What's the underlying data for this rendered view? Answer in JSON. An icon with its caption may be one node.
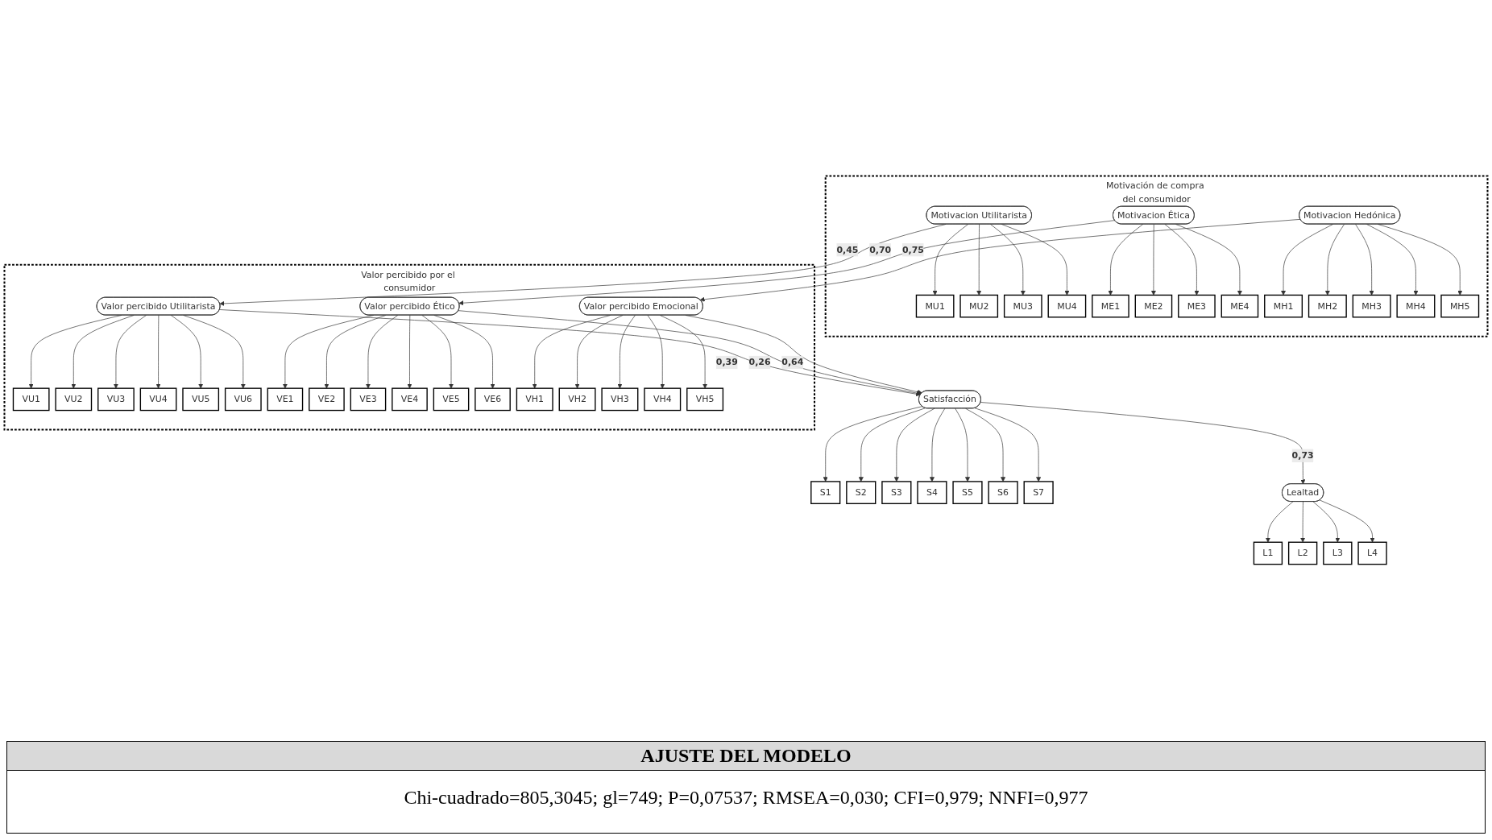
{
  "diagram": {
    "nodes": [
      {
        "text": [
          "Motivación de compra del consumidor"
        ]
      },
      {
        "text": [
          "Motivacion Utilitarista"
        ],
        "in": 0
      },
      {
        "text": [
          "MU1"
        ],
        "in": 0
      },
      {
        "text": [
          "MU2"
        ],
        "in": 0
      },
      {
        "text": [
          "MU3"
        ],
        "in": 0
      },
      {
        "text": [
          "MU4"
        ],
        "in": 0
      },
      {
        "text": [
          "Motivacion Ética"
        ],
        "in": 0
      },
      {
        "text": [
          "ME1"
        ],
        "in": 0
      },
      {
        "text": [
          "ME2"
        ],
        "in": 0
      },
      {
        "text": [
          "ME3"
        ],
        "in": 0
      },
      {
        "text": [
          "ME4"
        ],
        "in": 0
      },
      {
        "text": [
          "Motivacion Hedónica"
        ],
        "in": 0
      },
      {
        "text": [
          "MH1"
        ],
        "in": 0
      },
      {
        "text": [
          "MH2"
        ],
        "in": 0
      },
      {
        "text": [
          "MH3"
        ],
        "in": 0
      },
      {
        "text": [
          "MH4"
        ],
        "in": 0
      },
      {
        "text": [
          "MH5"
        ],
        "in": 0
      },
      {
        "text": [
          "Valor percibido por el consumidor"
        ]
      },
      {
        "text": [
          "Valor percibido Utilitarista"
        ],
        "in": 17
      },
      {
        "text": [
          "VU1"
        ],
        "in": 17
      },
      {
        "text": [
          "VU2"
        ],
        "in": 17
      },
      {
        "text": [
          "VU3"
        ],
        "in": 17
      },
      {
        "text": [
          "VU4"
        ],
        "in": 17
      },
      {
        "text": [
          "VU5"
        ],
        "in": 17
      },
      {
        "text": [
          "VU6"
        ],
        "in": 17
      },
      {
        "text": [
          "Valor percibido Ético"
        ],
        "in": 17
      },
      {
        "text": [
          "VE1"
        ],
        "in": 17
      },
      {
        "text": [
          "VE2"
        ],
        "in": 17
      },
      {
        "text": [
          "VE3"
        ],
        "in": 17
      },
      {
        "text": [
          "VE4"
        ],
        "in": 17
      },
      {
        "text": [
          "VE5"
        ],
        "in": 17
      },
      {
        "text": [
          "VE6"
        ],
        "in": 17
      },
      {
        "text": [
          "Valor percibido Emocional"
        ],
        "in": 17
      },
      {
        "text": [
          "VH1"
        ],
        "in": 17
      },
      {
        "text": [
          "VH2"
        ],
        "in": 17
      },
      {
        "text": [
          "VH3"
        ],
        "in": 17
      },
      {
        "text": [
          "VH4"
        ],
        "in": 17
      },
      {
        "text": [
          "VH5"
        ],
        "in": 17
      },
      {
        "text": [
          "Satisfacción"
        ]
      },
      {
        "text": [
          "S1"
        ]
      },
      {
        "text": [
          "S2"
        ]
      },
      {
        "text": [
          "S3"
        ]
      },
      {
        "text": [
          "S4"
        ]
      },
      {
        "text": [
          "S5"
        ]
      },
      {
        "text": [
          "S6"
        ]
      },
      {
        "text": [
          "S7"
        ]
      },
      {
        "text": [
          "Lealtad"
        ]
      },
      {
        "text": [
          "L1"
        ]
      },
      {
        "text": [
          "L2"
        ]
      },
      {
        "text": [
          "L3"
        ]
      },
      {
        "text": [
          "L4"
        ]
      }
    ],
    "edges": [
      {
        "from": 1,
        "to": 2,
        "arrow": "to"
      },
      {
        "from": 1,
        "to": 3,
        "arrow": "to"
      },
      {
        "from": 1,
        "to": 4,
        "arrow": "to"
      },
      {
        "from": 1,
        "to": 5,
        "arrow": "to"
      },
      {
        "from": 6,
        "to": 7,
        "arrow": "to"
      },
      {
        "from": 6,
        "to": 8,
        "arrow": "to"
      },
      {
        "from": 6,
        "to": 9,
        "arrow": "to"
      },
      {
        "from": 6,
        "to": 10,
        "arrow": "to"
      },
      {
        "from": 11,
        "to": 12,
        "arrow": "to"
      },
      {
        "from": 11,
        "to": 13,
        "arrow": "to"
      },
      {
        "from": 11,
        "to": 14,
        "arrow": "to"
      },
      {
        "from": 11,
        "to": 15,
        "arrow": "to"
      },
      {
        "from": 11,
        "to": 16,
        "arrow": "to"
      },
      {
        "from": 1,
        "to": 18,
        "label": "0,45",
        "arrow": "to"
      },
      {
        "from": 6,
        "to": 25,
        "label": "0,70",
        "arrow": "to"
      },
      {
        "from": 11,
        "to": 32,
        "label": "0,75",
        "arrow": "to"
      },
      {
        "from": 18,
        "to": 19,
        "arrow": "to"
      },
      {
        "from": 18,
        "to": 20,
        "arrow": "to"
      },
      {
        "from": 18,
        "to": 21,
        "arrow": "to"
      },
      {
        "from": 18,
        "to": 22,
        "arrow": "to"
      },
      {
        "from": 18,
        "to": 23,
        "arrow": "to"
      },
      {
        "from": 18,
        "to": 24,
        "arrow": "to"
      },
      {
        "from": 25,
        "to": 26,
        "arrow": "to"
      },
      {
        "from": 25,
        "to": 27,
        "arrow": "to"
      },
      {
        "from": 25,
        "to": 28,
        "arrow": "to"
      },
      {
        "from": 25,
        "to": 29,
        "arrow": "to"
      },
      {
        "from": 25,
        "to": 30,
        "arrow": "to"
      },
      {
        "from": 25,
        "to": 31,
        "arrow": "to"
      },
      {
        "from": 32,
        "to": 33,
        "arrow": "to"
      },
      {
        "from": 32,
        "to": 34,
        "arrow": "to"
      },
      {
        "from": 32,
        "to": 35,
        "arrow": "to"
      },
      {
        "from": 32,
        "to": 36,
        "arrow": "to"
      },
      {
        "from": 32,
        "to": 37,
        "arrow": "to"
      },
      {
        "from": 18,
        "to": 38,
        "label": "0,39",
        "arrow": "to"
      },
      {
        "from": 25,
        "to": 38,
        "label": "0,26",
        "arrow": "to"
      },
      {
        "from": 32,
        "to": 38,
        "label": "0,64",
        "arrow": "to"
      },
      {
        "from": 38,
        "to": 39,
        "arrow": "to"
      },
      {
        "from": 38,
        "to": 40,
        "arrow": "to"
      },
      {
        "from": 38,
        "to": 41,
        "arrow": "to"
      },
      {
        "from": 38,
        "to": 42,
        "arrow": "to"
      },
      {
        "from": 38,
        "to": 43,
        "arrow": "to"
      },
      {
        "from": 38,
        "to": 44,
        "arrow": "to"
      },
      {
        "from": 38,
        "to": 45,
        "arrow": "to"
      },
      {
        "from": 38,
        "to": 46,
        "label": "0,73",
        "arrow": "to"
      },
      {
        "from": 46,
        "to": 47,
        "arrow": "to"
      },
      {
        "from": 46,
        "to": 48,
        "arrow": "to"
      },
      {
        "from": 46,
        "to": 49,
        "arrow": "to"
      },
      {
        "from": 46,
        "to": 50,
        "arrow": "to"
      }
    ],
    "labels": [
      "AJUSTE DEL MODELO",
      "Chi-cuadrado=805,3045; gl=749; P=0,07537; RMSEA=0,030; CFI=0,979; NNFI=0,977"
    ]
  }
}
